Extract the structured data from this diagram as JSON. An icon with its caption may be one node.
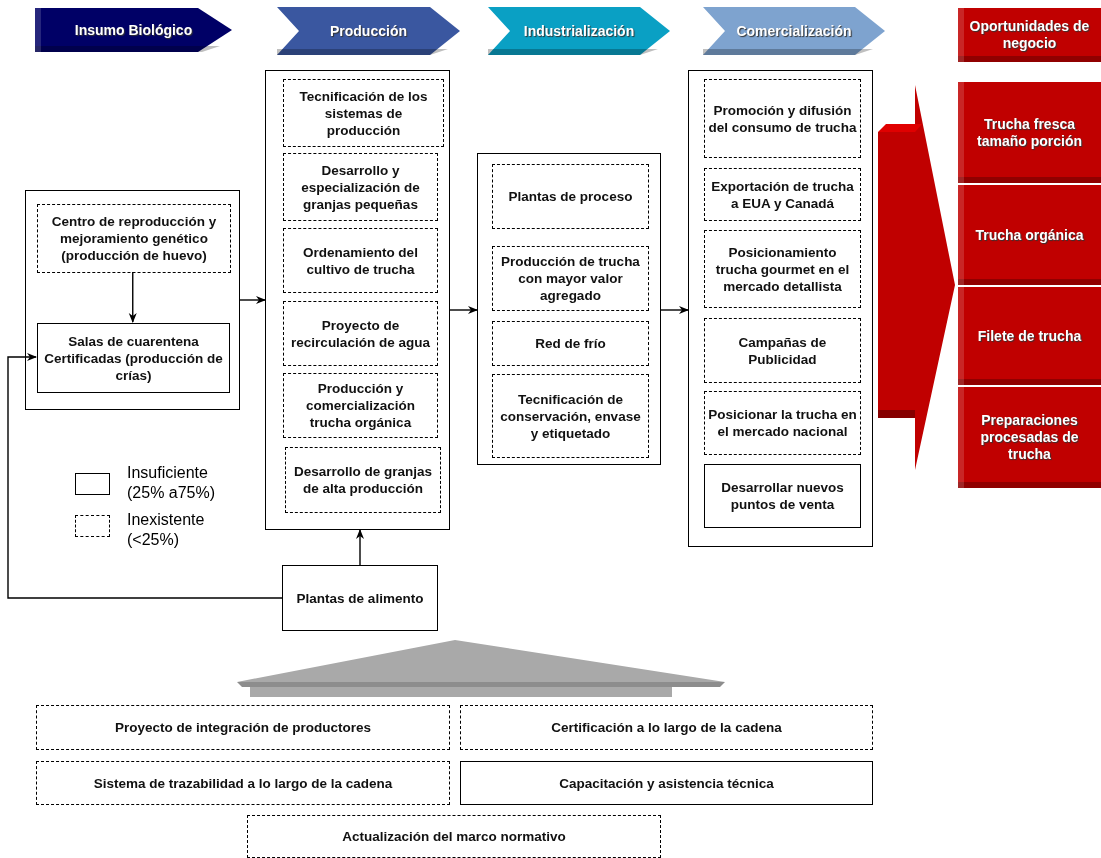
{
  "diagram": {
    "nodes": [
      {
        "text": [
          "Insumo Biológico"
        ]
      },
      {
        "text": [
          "Producción"
        ]
      },
      {
        "text": [
          "Industrialización"
        ]
      },
      {
        "text": [
          "Comercialización"
        ]
      },
      {
        "text": [
          "Oportunidades de negocio"
        ]
      },
      {
        "text": [],
        "shape": "box"
      },
      {
        "text": [
          "Centro de reproducción y mejoramiento genético (producción de huevo)"
        ],
        "in": 5
      },
      {
        "text": [
          "Salas de cuarentena Certificadas (producción de crías)"
        ],
        "in": 5
      },
      {
        "text": [],
        "shape": "box"
      },
      {
        "text": [
          "Tecnificación de los sistemas de producción"
        ],
        "in": 8
      },
      {
        "text": [
          "Desarrollo y especialización de granjas pequeñas"
        ],
        "in": 8
      },
      {
        "text": [
          "Ordenamiento del cultivo de trucha"
        ],
        "in": 8
      },
      {
        "text": [
          "Proyecto de recirculación de agua"
        ],
        "in": 8
      },
      {
        "text": [
          "Producción y comercialización trucha orgánica"
        ],
        "in": 8
      },
      {
        "text": [
          "Desarrollo de granjas de alta producción"
        ],
        "in": 8
      },
      {
        "text": [],
        "shape": "box"
      },
      {
        "text": [
          "Plantas de proceso"
        ],
        "in": 15
      },
      {
        "text": [
          "Producción de trucha con mayor valor agregado"
        ],
        "in": 15
      },
      {
        "text": [
          "Red de frío"
        ],
        "in": 15
      },
      {
        "text": [
          "Tecnificación de conservación, envase y etiquetado"
        ],
        "in": 15
      },
      {
        "text": [],
        "shape": "box"
      },
      {
        "text": [
          "Promoción y difusión del consumo de trucha"
        ],
        "in": 20
      },
      {
        "text": [
          "Exportación de trucha a EUA y Canadá"
        ],
        "in": 20
      },
      {
        "text": [
          "Posicionamiento trucha gourmet en el mercado detallista"
        ],
        "in": 20
      },
      {
        "text": [
          "Campañas de Publicidad"
        ],
        "in": 20
      },
      {
        "text": [
          "Posicionar la trucha en el mercado nacional"
        ],
        "in": 20
      },
      {
        "text": [
          "Desarrollar nuevos puntos de venta"
        ],
        "in": 20
      },
      {
        "text": [
          "Plantas de alimento"
        ]
      },
      {
        "text": [
          "Trucha fresca tamaño porción"
        ]
      },
      {
        "text": [
          "Trucha orgánica"
        ]
      },
      {
        "text": [
          "Filete de trucha"
        ]
      },
      {
        "text": [
          "Preparaciones procesadas de trucha"
        ]
      },
      {
        "text": [
          "Proyecto de integración de productores"
        ]
      },
      {
        "text": [
          "Certificación a lo largo de la cadena"
        ]
      },
      {
        "text": [
          "Sistema de trazabilidad a lo largo de la cadena"
        ]
      },
      {
        "text": [
          "Capacitación y asistencia técnica"
        ]
      },
      {
        "text": [
          "Actualización del marco normativo"
        ]
      }
    ],
    "edges": [
      {
        "from": 6,
        "to": 7,
        "arrow": "to"
      },
      {
        "from": 27,
        "to": 7,
        "arrow": "to"
      },
      {
        "from": 5,
        "to": 8,
        "arrow": "to"
      },
      {
        "from": 8,
        "to": 15,
        "arrow": "to"
      },
      {
        "from": 15,
        "to": 20,
        "arrow": "to"
      },
      {
        "from": 27,
        "to": 8,
        "arrow": "to"
      },
      {
        "from": 20,
        "to": 28,
        "arrow": "to",
        "style": "thick",
        "color": "#c00000"
      },
      {
        "from": 20,
        "to": 29,
        "arrow": "to",
        "style": "thick",
        "color": "#c00000"
      },
      {
        "from": 20,
        "to": 30,
        "arrow": "to",
        "style": "thick",
        "color": "#c00000"
      },
      {
        "from": 20,
        "to": 31,
        "arrow": "to",
        "style": "thick",
        "color": "#c00000"
      }
    ],
    "legend": [
      {
        "text": "Insuficiente (25% a75%)"
      },
      {
        "text": "Inexistente (<25%)"
      }
    ]
  }
}
